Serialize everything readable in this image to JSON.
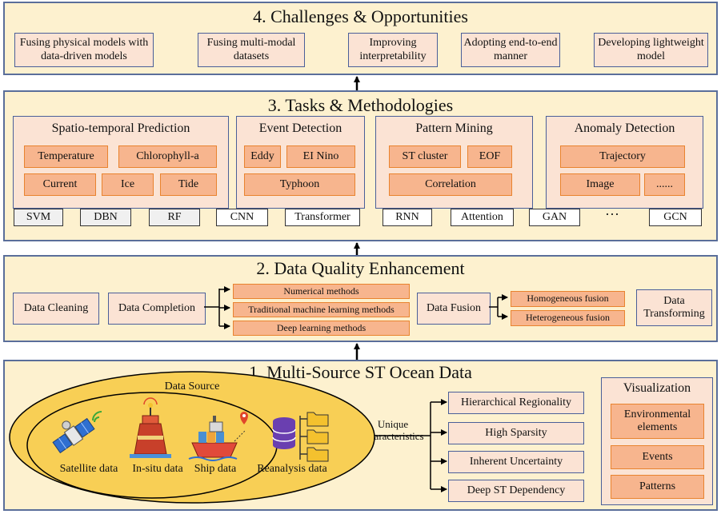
{
  "section4": {
    "title": "4. Challenges & Opportunities",
    "items": [
      "Fusing physical models with data-driven models",
      "Fusing multi-modal datasets",
      "Improving interpretability",
      "Adopting end-to-end manner",
      "Developing lightweight model"
    ]
  },
  "section3": {
    "title": "3. Tasks & Methodologies",
    "stp": {
      "title": "Spatio-temporal Prediction",
      "items": [
        "Temperature",
        "Chlorophyll-a",
        "Current",
        "Ice",
        "Tide"
      ]
    },
    "event": {
      "title": "Event Detection",
      "items": [
        "Eddy",
        "EI Nino",
        "Typhoon"
      ]
    },
    "pattern": {
      "title": "Pattern Mining",
      "items": [
        "ST cluster",
        "EOF",
        "Correlation"
      ]
    },
    "anomaly": {
      "title": "Anomaly Detection",
      "items": [
        "Trajectory",
        "Image",
        "......"
      ]
    },
    "methods": [
      "SVM",
      "DBN",
      "RF",
      "CNN",
      "Transformer",
      "RNN",
      "Attention",
      "GAN",
      "···",
      "GCN"
    ]
  },
  "section2": {
    "title": "2. Data Quality Enhancement",
    "cleaning": "Data Cleaning",
    "completion": "Data Completion",
    "completion_methods": [
      "Numerical methods",
      "Traditional machine learning methods",
      "Deep learning methods"
    ],
    "fusion": "Data Fusion",
    "fusion_methods": [
      "Homogeneous fusion",
      "Heterogeneous fusion"
    ],
    "transforming": "Data Transforming"
  },
  "section1": {
    "title": "1. Multi-Source ST Ocean Data",
    "data_source": "Data Source",
    "sources": [
      "Satellite data",
      "In-situ data",
      "Ship data",
      "Reanalysis data"
    ],
    "unique": "Unique Characteristics",
    "characteristics": [
      "Hierarchical Regionality",
      "High Sparsity",
      "Inherent Uncertainty",
      "Deep ST Dependency"
    ],
    "visualization": {
      "title": "Visualization",
      "items": [
        "Environmental elements",
        "Events",
        "Patterns"
      ]
    }
  },
  "icons": [
    "satellite-icon",
    "buoy-icon",
    "ship-icon",
    "database-icon",
    "folder-icon"
  ]
}
